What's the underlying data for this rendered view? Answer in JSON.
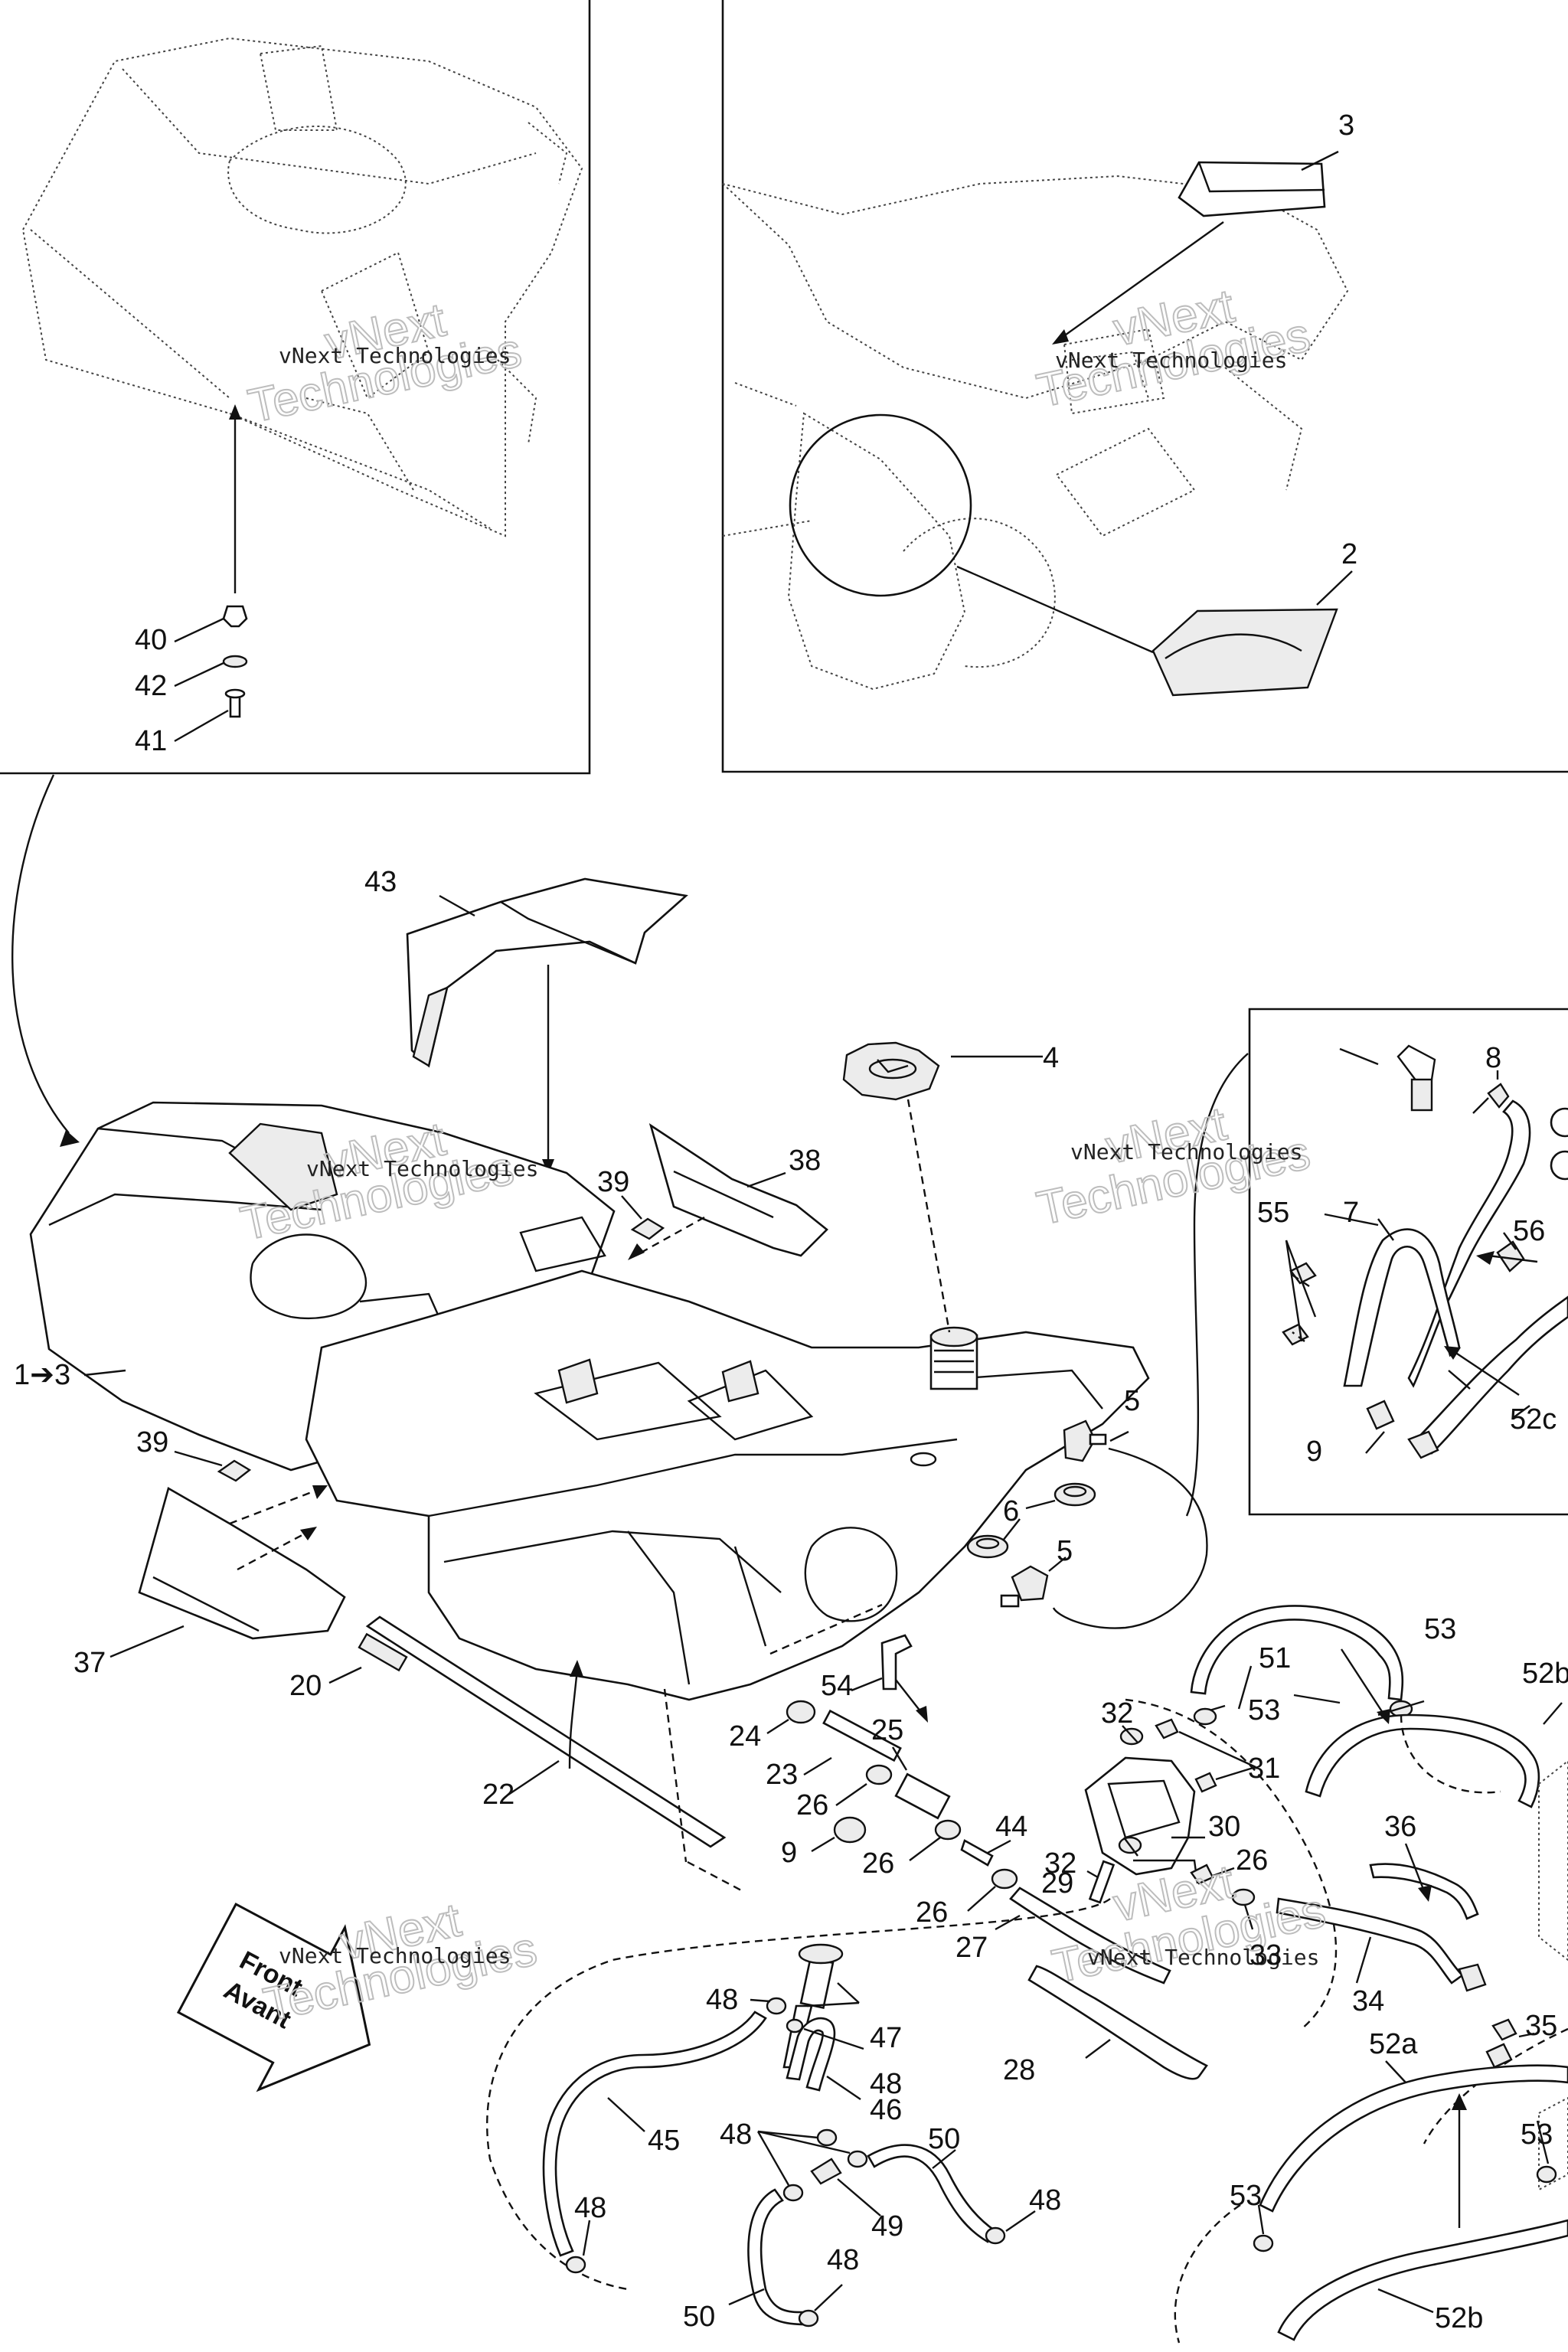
{
  "watermark": {
    "line1": "vNext Technologies",
    "line2": "vNext",
    "line3": "Technologies"
  },
  "front_badge": {
    "line1": "Front",
    "line2": "Avant"
  },
  "callouts": [
    {
      "id": "c3top",
      "text": "3"
    },
    {
      "id": "c2",
      "text": "2"
    },
    {
      "id": "c40",
      "text": "40"
    },
    {
      "id": "c42",
      "text": "42"
    },
    {
      "id": "c41",
      "text": "41"
    },
    {
      "id": "c43",
      "text": "43"
    },
    {
      "id": "c4",
      "text": "4"
    },
    {
      "id": "c8",
      "text": "8"
    },
    {
      "id": "c7",
      "text": "7"
    },
    {
      "id": "c55",
      "text": "55"
    },
    {
      "id": "c56",
      "text": "56"
    },
    {
      "id": "c39a",
      "text": "39"
    },
    {
      "id": "c38",
      "text": "38"
    },
    {
      "id": "c13",
      "text": "1➔3"
    },
    {
      "id": "c5a",
      "text": "5"
    },
    {
      "id": "c52c",
      "text": "52c"
    },
    {
      "id": "c9a",
      "text": "9"
    },
    {
      "id": "c39b",
      "text": "39"
    },
    {
      "id": "c6",
      "text": "6"
    },
    {
      "id": "c5b",
      "text": "5"
    },
    {
      "id": "c37",
      "text": "37"
    },
    {
      "id": "c20",
      "text": "20"
    },
    {
      "id": "c51",
      "text": "51"
    },
    {
      "id": "c53a",
      "text": "53"
    },
    {
      "id": "c52b1",
      "text": "52b"
    },
    {
      "id": "c54",
      "text": "54"
    },
    {
      "id": "c53b",
      "text": "53"
    },
    {
      "id": "c32a",
      "text": "32"
    },
    {
      "id": "c24",
      "text": "24"
    },
    {
      "id": "c25",
      "text": "25"
    },
    {
      "id": "c31",
      "text": "31"
    },
    {
      "id": "c23",
      "text": "23"
    },
    {
      "id": "c22",
      "text": "22"
    },
    {
      "id": "c26a",
      "text": "26"
    },
    {
      "id": "c30",
      "text": "30"
    },
    {
      "id": "c9b",
      "text": "9"
    },
    {
      "id": "c44",
      "text": "44"
    },
    {
      "id": "c32b",
      "text": "32"
    },
    {
      "id": "c26b",
      "text": "26"
    },
    {
      "id": "c26c",
      "text": "26"
    },
    {
      "id": "c36",
      "text": "36"
    },
    {
      "id": "c29",
      "text": "29"
    },
    {
      "id": "c26d",
      "text": "26"
    },
    {
      "id": "c33",
      "text": "33"
    },
    {
      "id": "c27",
      "text": "27"
    },
    {
      "id": "c35",
      "text": "35"
    },
    {
      "id": "c34",
      "text": "34"
    },
    {
      "id": "c48a",
      "text": "48"
    },
    {
      "id": "c47",
      "text": "47"
    },
    {
      "id": "c48b",
      "text": "48"
    },
    {
      "id": "c28",
      "text": "28"
    },
    {
      "id": "c52a",
      "text": "52a"
    },
    {
      "id": "c46",
      "text": "46"
    },
    {
      "id": "c45",
      "text": "45"
    },
    {
      "id": "c50a",
      "text": "50"
    },
    {
      "id": "c48c",
      "text": "48"
    },
    {
      "id": "c48d",
      "text": "48"
    },
    {
      "id": "c53c",
      "text": "53"
    },
    {
      "id": "c48e",
      "text": "48"
    },
    {
      "id": "c49",
      "text": "49"
    },
    {
      "id": "c53d",
      "text": "53"
    },
    {
      "id": "c48f",
      "text": "48"
    },
    {
      "id": "c50b",
      "text": "50"
    },
    {
      "id": "c52b2",
      "text": "52b"
    }
  ]
}
